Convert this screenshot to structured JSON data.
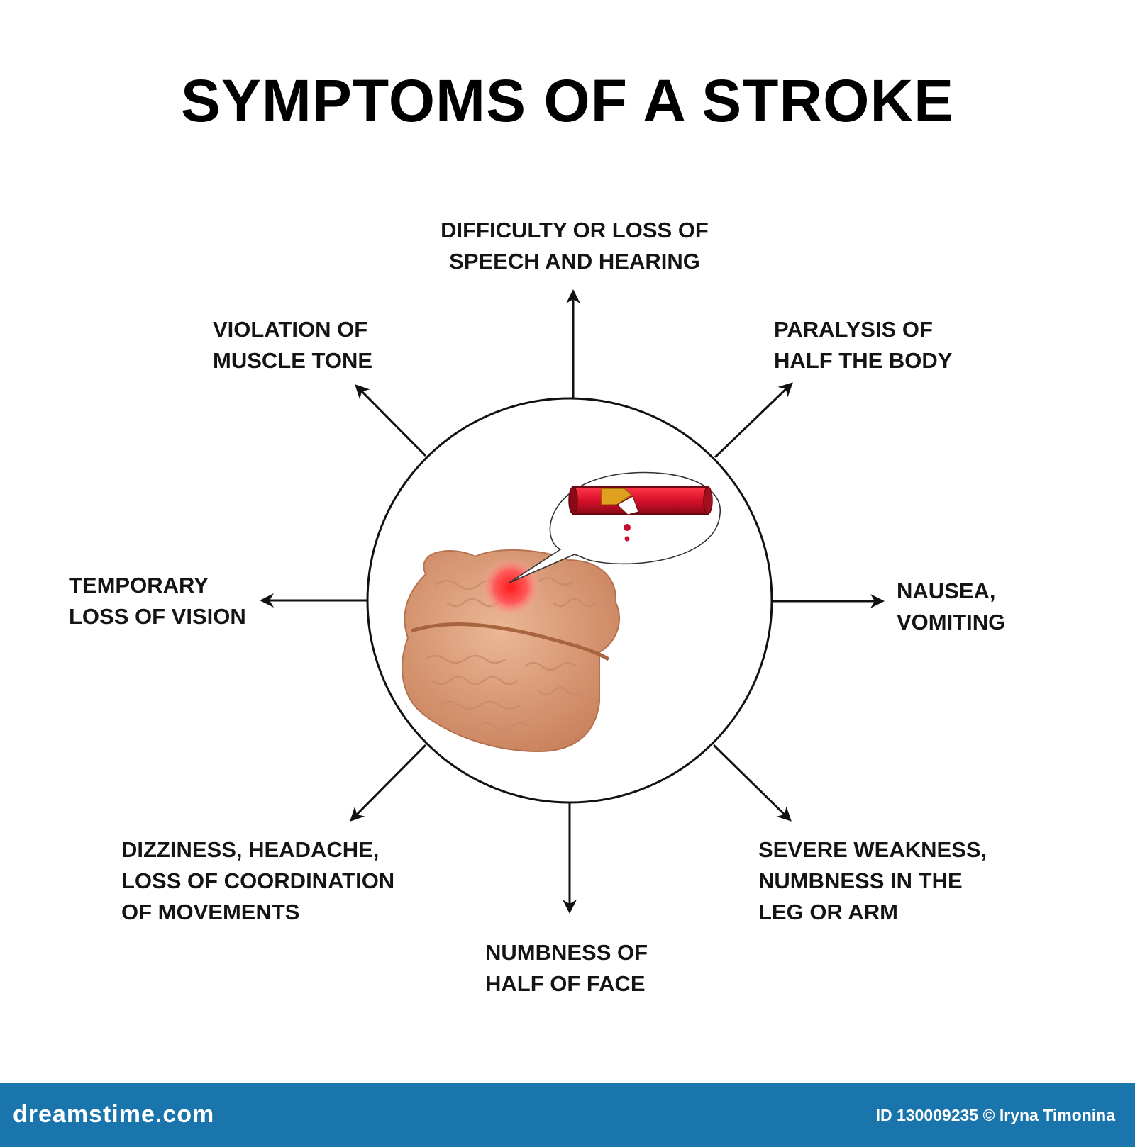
{
  "title": "SYMPTOMS OF A STROKE",
  "symptoms": {
    "top": {
      "line1": "DIFFICULTY OR LOSS OF",
      "line2": "SPEECH AND HEARING"
    },
    "top_left": {
      "line1": "VIOLATION OF",
      "line2": "MUSCLE TONE"
    },
    "top_right": {
      "line1": "PARALYSIS OF",
      "line2": "HALF THE BODY"
    },
    "left": {
      "line1": "TEMPORARY",
      "line2": "LOSS OF VISION"
    },
    "right": {
      "line1": "NAUSEA,",
      "line2": "VOMITING"
    },
    "bottom_left": {
      "line1": "DIZZINESS, HEADACHE,",
      "line2": "LOSS OF COORDINATION",
      "line3": "OF MOVEMENTS"
    },
    "bottom": {
      "line1": "NUMBNESS OF",
      "line2": "HALF OF FACE"
    },
    "bottom_right": {
      "line1": "SEVERE WEAKNESS,",
      "line2": "NUMBNESS IN THE",
      "line3": "LEG OR ARM"
    }
  },
  "footer": {
    "brand": "dreamstime.com",
    "credit": "ID 130009235 © Iryna Timonina"
  },
  "colors": {
    "footer": "#1a75ad",
    "brain": "#d99a7a",
    "vessel": "#c8102e",
    "lesion": "#ff4a4a"
  }
}
